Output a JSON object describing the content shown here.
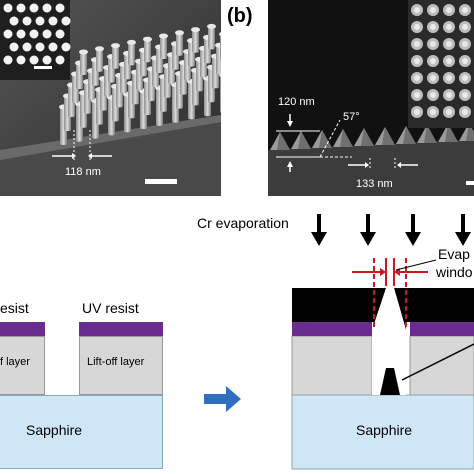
{
  "figure": {
    "panel_b_label": "(b)",
    "sem_left": {
      "measurement": "118 nm"
    },
    "sem_right": {
      "height": "120 nm",
      "angle": "57°",
      "gap": "133 nm"
    },
    "schematic": {
      "process_label": "Cr evaporation",
      "evaporation_window": [
        "Evap",
        "windo"
      ],
      "uv_resist_left": "esist",
      "uv_resist_right": "UV resist",
      "liftoff_left": "f layer",
      "liftoff_right": "Lift-off layer",
      "substrate_left": "Sapphire",
      "substrate_right": "Sapphire"
    },
    "colors": {
      "resist": "#6a2d8f",
      "liftoff": "#d7d7d7",
      "sapphire": "#cfe6f6",
      "chromium": "#000000",
      "arrow": "#2f6fbf",
      "window": "#cc1a1a"
    }
  }
}
